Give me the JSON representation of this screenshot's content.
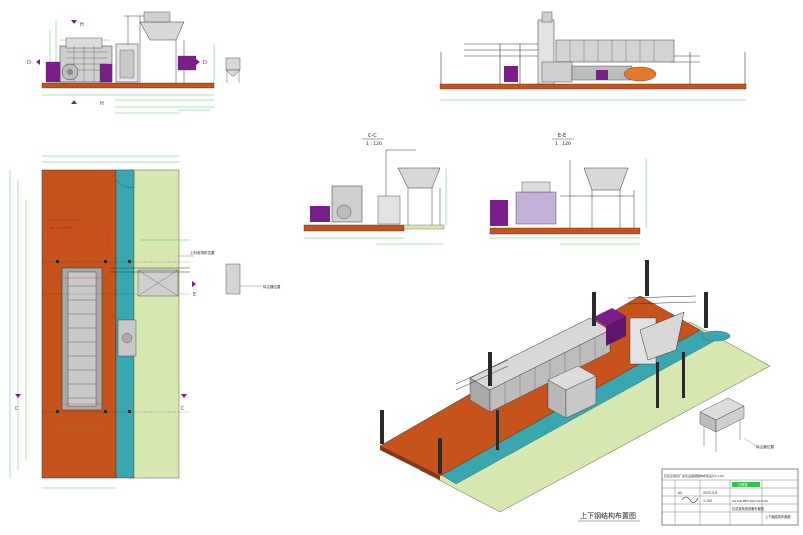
{
  "colors": {
    "rust": "#c6531c",
    "teal": "#3aa6b0",
    "yard": "#d6e8b0",
    "purple": "#7a1f8a",
    "machine_grey": "#c8c8c8",
    "dark_line": "#333333",
    "dim_green": "#2bbf2b",
    "orange_drum": "#e07a28",
    "stamp_green": "#34c34a"
  },
  "icons": {
    "section_marker": "section-arrow-icon",
    "north": "none"
  },
  "views": {
    "section_cc": {
      "code": "C-C",
      "scale": "1 : 120"
    },
    "section_ee": {
      "code": "E-E",
      "scale": "1 : 120"
    },
    "iso": {
      "caption": "上下钢结构布置图"
    }
  },
  "markers": {
    "d_left": "D",
    "d_right": "D",
    "h_top": "H",
    "h_bottom": "H",
    "c_left": "C",
    "c_right": "C",
    "e_mid": "E"
  },
  "callouts": {
    "plan_note_1": "SC-L-200(A)",
    "plan_note_2": "上料皮带机位置",
    "plan_note_3": "除尘器位置",
    "iso_note": "除尘器位置"
  },
  "title_block": {
    "title": "石灰窑系统设备布置图",
    "project_line": "石灰窑项目厂房及设备钢结构布置设计1:100",
    "date": "2022.5.6",
    "drawing_no": "SG-DZ-PBT-300-10-0-00",
    "stamp": "已审核",
    "rev": "A0",
    "sheet": "1:100",
    "name": "上下钢结构布置图"
  }
}
